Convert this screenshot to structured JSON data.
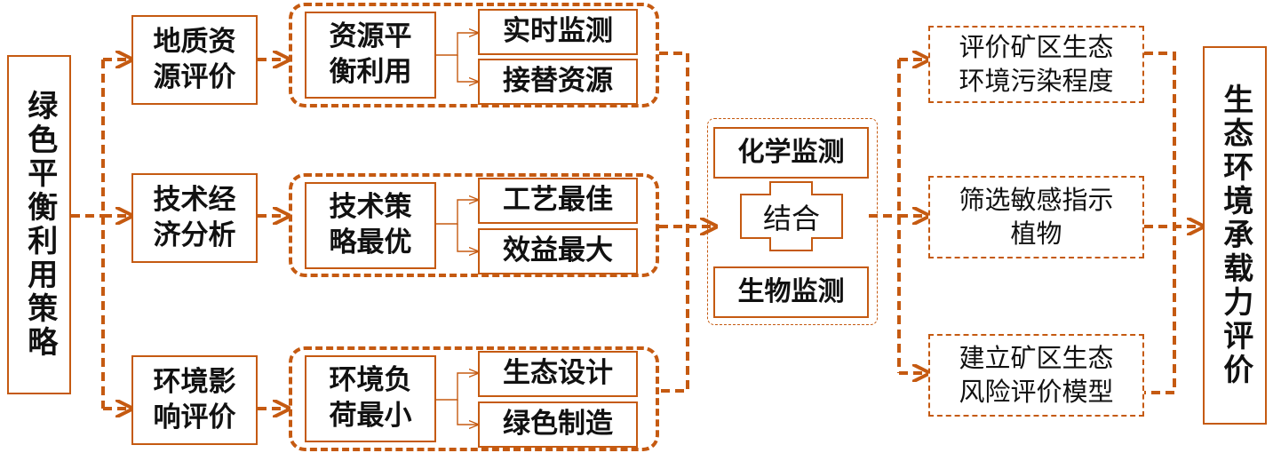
{
  "colors": {
    "accent": "#c55a11",
    "text": "#111111",
    "background": "#ffffff"
  },
  "nodes": {
    "strategy": "绿色平衡利用策略",
    "geo_eval": "地质资\n源评价",
    "tech_econ": "技术经\n济分析",
    "env_impact": "环境影\n响评价",
    "resource_balance": "资源平\n衡利用",
    "realtime_monitor": "实时监测",
    "replace_resource": "接替资源",
    "tech_strategy": "技术策\n略最优",
    "best_process": "工艺最佳",
    "max_benefit": "效益最大",
    "env_load": "环境负\n荷最小",
    "eco_design": "生态设计",
    "green_manufacture": "绿色制造",
    "chem_monitor": "化学监测",
    "combine": "结合",
    "bio_monitor": "生物监测",
    "eval_pollution": "评价矿区生态\n环境污染程度",
    "screen_plants": "筛选敏感指示\n植物",
    "risk_model": "建立矿区生态\n风险评价模型",
    "capacity_eval": "生态环境承载力评价"
  }
}
